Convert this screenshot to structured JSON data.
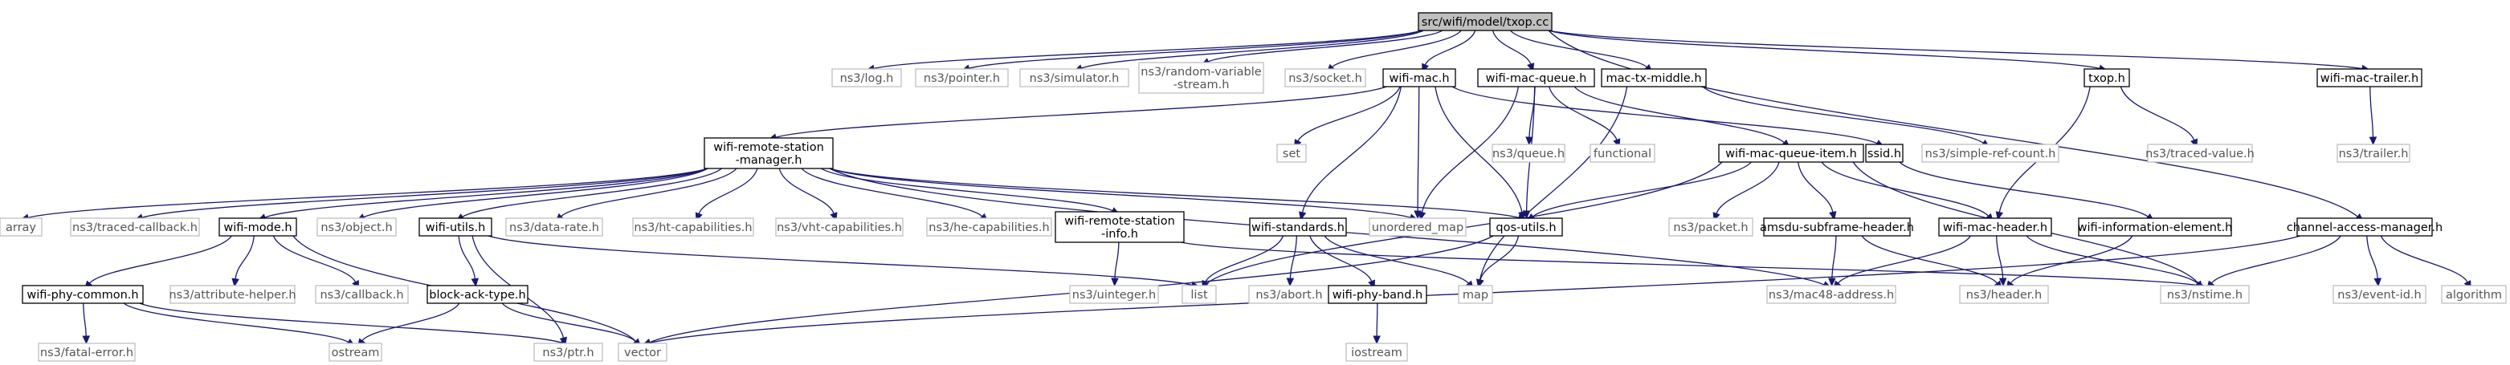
{
  "graph": {
    "colors": {
      "edge": "#191970",
      "internal_border": "#000000",
      "external_border": "#bfbfbf",
      "root_fill": "#bfbfbf"
    },
    "nodes": [
      {
        "id": "root",
        "lines": [
          "src/wifi/model/txop.cc"
        ],
        "kind": "main"
      },
      {
        "id": "log",
        "lines": [
          "ns3/log.h"
        ],
        "kind": "external"
      },
      {
        "id": "pointer",
        "lines": [
          "ns3/pointer.h"
        ],
        "kind": "external"
      },
      {
        "id": "simulator",
        "lines": [
          "ns3/simulator.h"
        ],
        "kind": "external"
      },
      {
        "id": "rvs",
        "lines": [
          "ns3/random-variable",
          "-stream.h"
        ],
        "kind": "external"
      },
      {
        "id": "socket",
        "lines": [
          "ns3/socket.h"
        ],
        "kind": "external"
      },
      {
        "id": "wifimac",
        "lines": [
          "wifi-mac.h"
        ],
        "kind": "internal"
      },
      {
        "id": "wmq",
        "lines": [
          "wifi-mac-queue.h"
        ],
        "kind": "internal"
      },
      {
        "id": "mtm",
        "lines": [
          "mac-tx-middle.h"
        ],
        "kind": "internal"
      },
      {
        "id": "txoph",
        "lines": [
          "txop.h"
        ],
        "kind": "internal"
      },
      {
        "id": "wmt",
        "lines": [
          "wifi-mac-trailer.h"
        ],
        "kind": "internal"
      },
      {
        "id": "wrsm",
        "lines": [
          "wifi-remote-station",
          "-manager.h"
        ],
        "kind": "internal"
      },
      {
        "id": "set",
        "lines": [
          "set"
        ],
        "kind": "external"
      },
      {
        "id": "nsqueue",
        "lines": [
          "ns3/queue.h"
        ],
        "kind": "external"
      },
      {
        "id": "functional",
        "lines": [
          "functional"
        ],
        "kind": "external"
      },
      {
        "id": "ssid",
        "lines": [
          "ssid.h"
        ],
        "kind": "internal"
      },
      {
        "id": "simpleref",
        "lines": [
          "ns3/simple-ref-count.h"
        ],
        "kind": "external"
      },
      {
        "id": "tracedvalue",
        "lines": [
          "ns3/traced-value.h"
        ],
        "kind": "external"
      },
      {
        "id": "trailer",
        "lines": [
          "ns3/trailer.h"
        ],
        "kind": "external"
      },
      {
        "id": "wmqi",
        "lines": [
          "wifi-mac-queue-item.h"
        ],
        "kind": "internal"
      },
      {
        "id": "array",
        "lines": [
          "array"
        ],
        "kind": "external"
      },
      {
        "id": "tracedcb",
        "lines": [
          "ns3/traced-callback.h"
        ],
        "kind": "external"
      },
      {
        "id": "wifimode",
        "lines": [
          "wifi-mode.h"
        ],
        "kind": "internal"
      },
      {
        "id": "object",
        "lines": [
          "ns3/object.h"
        ],
        "kind": "external"
      },
      {
        "id": "wifiutils",
        "lines": [
          "wifi-utils.h"
        ],
        "kind": "internal"
      },
      {
        "id": "datarate",
        "lines": [
          "ns3/data-rate.h"
        ],
        "kind": "external"
      },
      {
        "id": "htcap",
        "lines": [
          "ns3/ht-capabilities.h"
        ],
        "kind": "external"
      },
      {
        "id": "vhtcap",
        "lines": [
          "ns3/vht-capabilities.h"
        ],
        "kind": "external"
      },
      {
        "id": "hecap",
        "lines": [
          "ns3/he-capabilities.h"
        ],
        "kind": "external"
      },
      {
        "id": "wrsi",
        "lines": [
          "wifi-remote-station",
          "-info.h"
        ],
        "kind": "internal"
      },
      {
        "id": "wifistd",
        "lines": [
          "wifi-standards.h"
        ],
        "kind": "internal"
      },
      {
        "id": "umap",
        "lines": [
          "unordered_map"
        ],
        "kind": "external"
      },
      {
        "id": "qosutils",
        "lines": [
          "qos-utils.h"
        ],
        "kind": "internal"
      },
      {
        "id": "packet",
        "lines": [
          "ns3/packet.h"
        ],
        "kind": "external"
      },
      {
        "id": "asfh",
        "lines": [
          "amsdu-subframe-header.h"
        ],
        "kind": "internal"
      },
      {
        "id": "wmh",
        "lines": [
          "wifi-mac-header.h"
        ],
        "kind": "internal"
      },
      {
        "id": "wie",
        "lines": [
          "wifi-information-element.h"
        ],
        "kind": "internal"
      },
      {
        "id": "cam",
        "lines": [
          "channel-access-manager.h"
        ],
        "kind": "internal"
      },
      {
        "id": "wpc",
        "lines": [
          "wifi-phy-common.h"
        ],
        "kind": "internal"
      },
      {
        "id": "attrhelper",
        "lines": [
          "ns3/attribute-helper.h"
        ],
        "kind": "external"
      },
      {
        "id": "callback",
        "lines": [
          "ns3/callback.h"
        ],
        "kind": "external"
      },
      {
        "id": "bat",
        "lines": [
          "block-ack-type.h"
        ],
        "kind": "internal"
      },
      {
        "id": "list",
        "lines": [
          "list"
        ],
        "kind": "external"
      },
      {
        "id": "uinteger",
        "lines": [
          "ns3/uinteger.h"
        ],
        "kind": "external"
      },
      {
        "id": "abort",
        "lines": [
          "ns3/abort.h"
        ],
        "kind": "external"
      },
      {
        "id": "wpb",
        "lines": [
          "wifi-phy-band.h"
        ],
        "kind": "internal"
      },
      {
        "id": "map",
        "lines": [
          "map"
        ],
        "kind": "external"
      },
      {
        "id": "mac48",
        "lines": [
          "ns3/mac48-address.h"
        ],
        "kind": "external"
      },
      {
        "id": "header",
        "lines": [
          "ns3/header.h"
        ],
        "kind": "external"
      },
      {
        "id": "nstime",
        "lines": [
          "ns3/nstime.h"
        ],
        "kind": "external"
      },
      {
        "id": "eventid",
        "lines": [
          "ns3/event-id.h"
        ],
        "kind": "external"
      },
      {
        "id": "algorithm",
        "lines": [
          "algorithm"
        ],
        "kind": "external"
      },
      {
        "id": "fatalerror",
        "lines": [
          "ns3/fatal-error.h"
        ],
        "kind": "external"
      },
      {
        "id": "ostream",
        "lines": [
          "ostream"
        ],
        "kind": "external"
      },
      {
        "id": "ptr",
        "lines": [
          "ns3/ptr.h"
        ],
        "kind": "external"
      },
      {
        "id": "vector",
        "lines": [
          "vector"
        ],
        "kind": "external"
      },
      {
        "id": "iostream",
        "lines": [
          "iostream"
        ],
        "kind": "external"
      }
    ],
    "edges": [
      [
        "root",
        "log"
      ],
      [
        "root",
        "pointer"
      ],
      [
        "root",
        "simulator"
      ],
      [
        "root",
        "rvs"
      ],
      [
        "root",
        "socket"
      ],
      [
        "root",
        "wifimac"
      ],
      [
        "root",
        "wmq"
      ],
      [
        "root",
        "mtm"
      ],
      [
        "root",
        "txoph"
      ],
      [
        "root",
        "wmt"
      ],
      [
        "root",
        "cam"
      ],
      [
        "wifimac",
        "wrsm"
      ],
      [
        "wifimac",
        "set"
      ],
      [
        "wifimac",
        "umap"
      ],
      [
        "wifimac",
        "qosutils"
      ],
      [
        "wifimac",
        "ssid"
      ],
      [
        "wifimac",
        "wifistd"
      ],
      [
        "wmq",
        "nsqueue"
      ],
      [
        "wmq",
        "functional"
      ],
      [
        "wmq",
        "wmqi"
      ],
      [
        "wmq",
        "umap"
      ],
      [
        "wmq",
        "qosutils"
      ],
      [
        "mtm",
        "map"
      ],
      [
        "mtm",
        "simpleref"
      ],
      [
        "txoph",
        "tracedvalue"
      ],
      [
        "txoph",
        "wmh"
      ],
      [
        "wmt",
        "trailer"
      ],
      [
        "wrsm",
        "array"
      ],
      [
        "wrsm",
        "tracedcb"
      ],
      [
        "wrsm",
        "wifimode"
      ],
      [
        "wrsm",
        "object"
      ],
      [
        "wrsm",
        "wifiutils"
      ],
      [
        "wrsm",
        "datarate"
      ],
      [
        "wrsm",
        "htcap"
      ],
      [
        "wrsm",
        "vhtcap"
      ],
      [
        "wrsm",
        "hecap"
      ],
      [
        "wrsm",
        "wrsi"
      ],
      [
        "wrsm",
        "umap"
      ],
      [
        "wrsm",
        "qosutils"
      ],
      [
        "wrsm",
        "mac48"
      ],
      [
        "ssid",
        "wie"
      ],
      [
        "wmqi",
        "qosutils"
      ],
      [
        "wmqi",
        "packet"
      ],
      [
        "wmqi",
        "asfh"
      ],
      [
        "wmqi",
        "wmh"
      ],
      [
        "wmqi",
        "list"
      ],
      [
        "wmqi",
        "nstime"
      ],
      [
        "wifimode",
        "wpc"
      ],
      [
        "wifimode",
        "attrhelper"
      ],
      [
        "wifimode",
        "callback"
      ],
      [
        "wifimode",
        "vector"
      ],
      [
        "wifiutils",
        "bat"
      ],
      [
        "wifiutils",
        "list"
      ],
      [
        "wifiutils",
        "ptr"
      ],
      [
        "wrsi",
        "uinteger"
      ],
      [
        "wrsi",
        "nstime"
      ],
      [
        "wifistd",
        "list"
      ],
      [
        "wifistd",
        "abort"
      ],
      [
        "wifistd",
        "wpb"
      ],
      [
        "wifistd",
        "map"
      ],
      [
        "qosutils",
        "map"
      ],
      [
        "qosutils",
        "vector"
      ],
      [
        "asfh",
        "mac48"
      ],
      [
        "asfh",
        "header"
      ],
      [
        "wmh",
        "header"
      ],
      [
        "wmh",
        "mac48"
      ],
      [
        "wmh",
        "nstime"
      ],
      [
        "wie",
        "header"
      ],
      [
        "cam",
        "nstime"
      ],
      [
        "cam",
        "eventid"
      ],
      [
        "cam",
        "algorithm"
      ],
      [
        "cam",
        "vector"
      ],
      [
        "wpc",
        "fatalerror"
      ],
      [
        "wpc",
        "ostream"
      ],
      [
        "wpc",
        "ptr"
      ],
      [
        "bat",
        "ostream"
      ],
      [
        "bat",
        "vector"
      ],
      [
        "wpb",
        "iostream"
      ]
    ]
  }
}
